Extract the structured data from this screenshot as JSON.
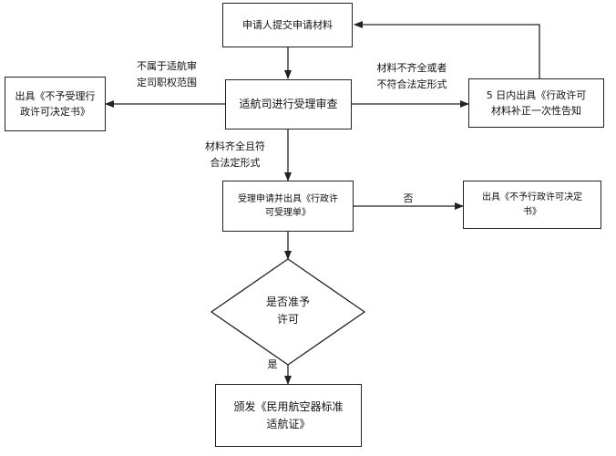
{
  "nodes": {
    "submit": "申请人提交申请材料",
    "review": "适航司进行受理审查",
    "reject_scope": "出具《不予受理行\n政许可决定书》",
    "supplement": "5 日内出具《行政许可\n材料补正一次性告知",
    "accept": "受理申请并出具《行政许\n可受理单》",
    "deny": "出具《不予行政许可决定\n书》",
    "decision": "是否准予\n许可",
    "issue": "颁发《民用航空器标准\n适航证》"
  },
  "edges": {
    "not_scope": "不属于适航审\n定司职权范围",
    "incomplete": "材料不齐全或者\n不符合法定形式",
    "complete": "材料齐全且符\n合法定形式",
    "no": "否",
    "yes": "是"
  }
}
